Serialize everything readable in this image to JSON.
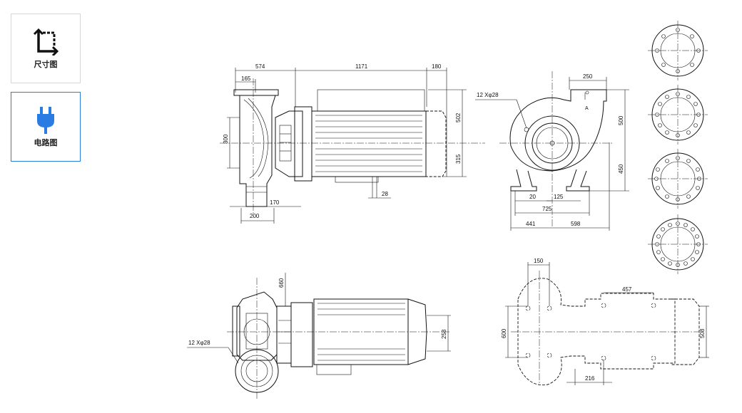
{
  "tabs": [
    {
      "label": "尺寸图",
      "icon": "dimension-icon",
      "active": false
    },
    {
      "label": "电路图",
      "icon": "plug-icon",
      "active": true
    }
  ],
  "dimensions": {
    "side_view": {
      "d574": "574",
      "d1171": "1171",
      "d180": "180",
      "d165": "165",
      "d502": "502",
      "d315": "315",
      "d300": "300",
      "d28": "28",
      "d170": "170",
      "d200": "200"
    },
    "front_view": {
      "holes": "12 Xφ28",
      "d250": "250",
      "d500": "500",
      "d450": "450",
      "d20": "20",
      "d125": "125",
      "d725": "725",
      "d441": "441",
      "d598": "598"
    },
    "top_view": {
      "d660": "660",
      "holes": "12 Xφ28",
      "d258": "258"
    },
    "base_view": {
      "d150": "150",
      "d457": "457",
      "d600": "600",
      "d508": "508",
      "d216": "216"
    }
  }
}
